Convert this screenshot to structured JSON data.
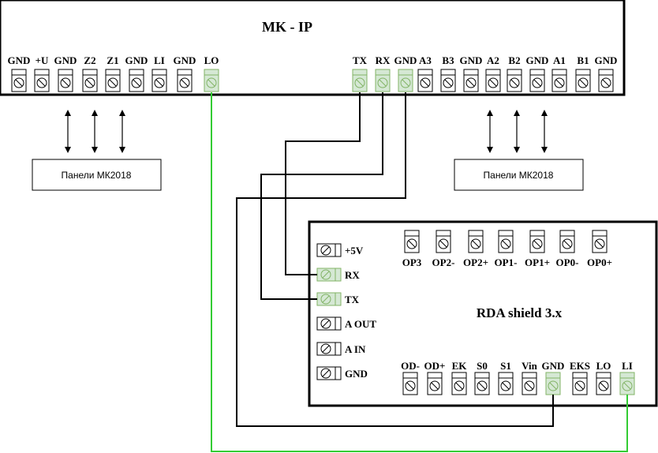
{
  "mkip": {
    "title": "MK - IP",
    "terminals": [
      "GND",
      "+U",
      "GND",
      "Z2",
      "Z1",
      "GND",
      "LI",
      "GND",
      "LO",
      "TX",
      "RX",
      "GND",
      "A3",
      "B3",
      "GND",
      "A2",
      "B2",
      "GND",
      "A1",
      "B1",
      "GND"
    ],
    "highlighted": [
      "LO",
      "TX",
      "RX",
      "GND"
    ]
  },
  "panels": {
    "left_label": "Панели МК2018",
    "right_label": "Панели МК2018"
  },
  "rda": {
    "title": "RDA shield 3.x",
    "left_terminals": [
      "+5V",
      "RX",
      "TX",
      "A OUT",
      "A IN",
      "GND"
    ],
    "top_terminals": [
      "OP3",
      "OP2-",
      "OP2+",
      "OP1-",
      "OP1+",
      "OP0-",
      "OP0+"
    ],
    "bottom_terminals": [
      "OD-",
      "OD+",
      "EK",
      "S0",
      "S1",
      "Vin",
      "GND",
      "EKS",
      "LO",
      "LI"
    ]
  },
  "colors": {
    "highlight_fill": "#d5e8d4",
    "highlight_stroke": "#82b366",
    "green_wire": "#33cc33",
    "black": "#000000"
  }
}
